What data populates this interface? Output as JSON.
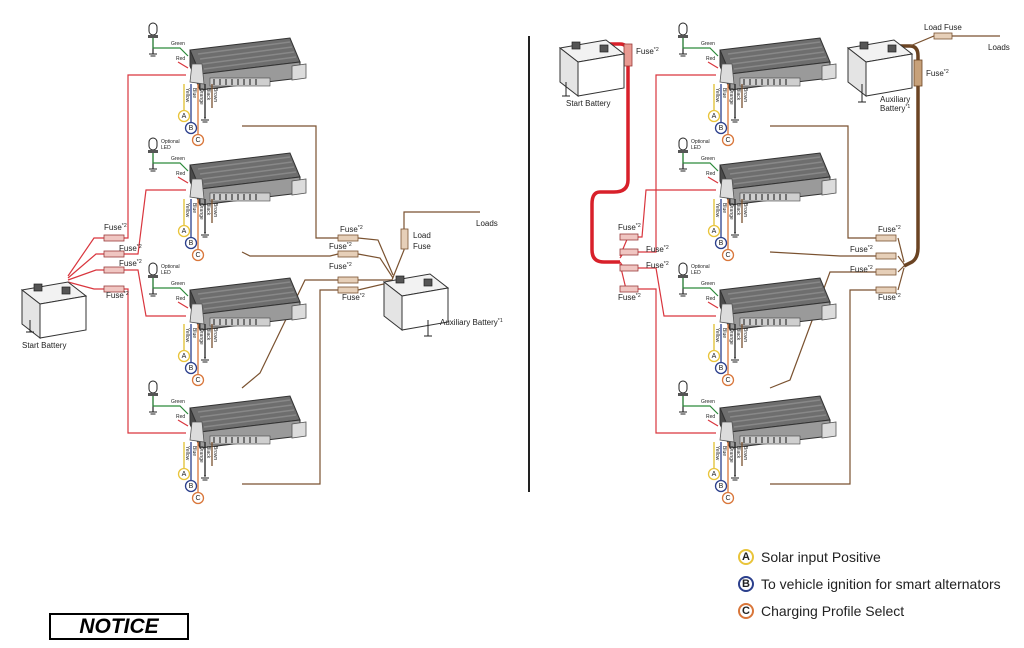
{
  "labels": {
    "fuse": "Fuse",
    "fuse_sup": "*2",
    "fuse_sup1": "*1",
    "start_battery": "Start Battery",
    "aux_battery_left": "Auxiliary Battery",
    "aux_battery_right_1": "Auxiliary",
    "aux_battery_right_2": "Battery",
    "load_fuse_1": "Load",
    "load_fuse_2": "Fuse",
    "load_fuse_right": "Load Fuse",
    "loads": "Loads",
    "optional_led_1": "Optional",
    "optional_led_2": "LED",
    "green": "Green",
    "red": "Red",
    "wires": [
      "Yellow",
      "Blue",
      "Orange",
      "Black",
      "Brown"
    ],
    "circle_a": "A",
    "circle_b": "B",
    "circle_c": "C"
  },
  "legend": [
    {
      "letter": "A",
      "text": "Solar input Positive",
      "color": "#e9c43a"
    },
    {
      "letter": "B",
      "text": "To vehicle ignition for smart alternators",
      "color": "#2b3f8c"
    },
    {
      "letter": "C",
      "text": "Charging Profile Select",
      "color": "#d9763a"
    }
  ],
  "notice": "NOTICE",
  "colors": {
    "red_wire": "#d9363e",
    "brown_wire": "#7a5230",
    "heavy_red": "#d8202a",
    "heavy_brown": "#6b4423"
  }
}
